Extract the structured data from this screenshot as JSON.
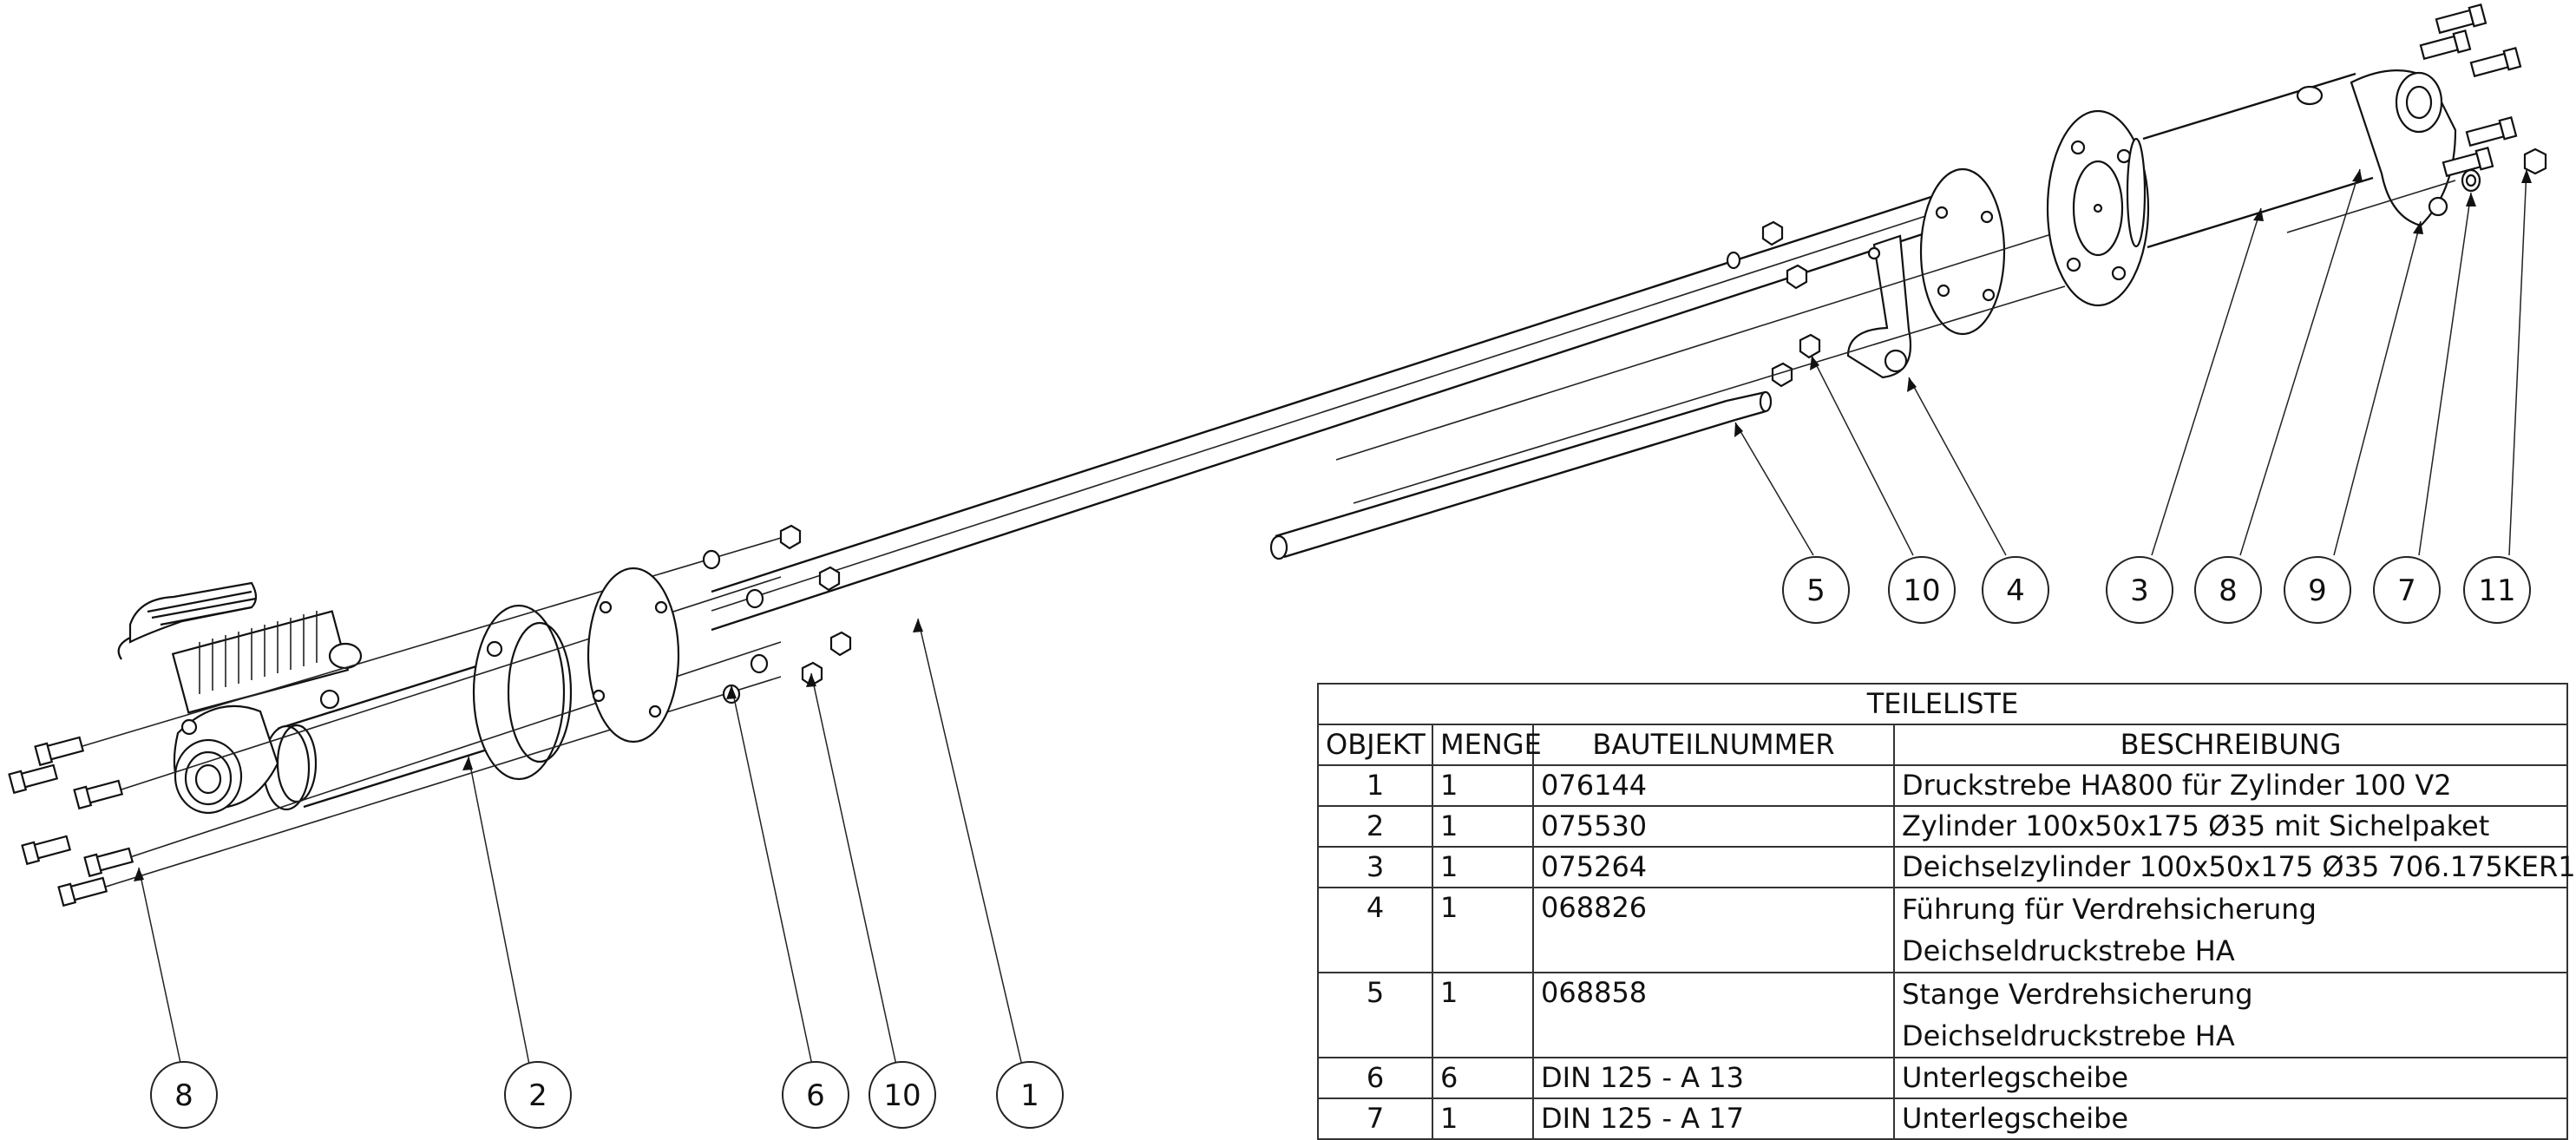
{
  "parts_list": {
    "title": "TEILELISTE",
    "columns": [
      "OBJEKT",
      "MENGE",
      "BAUTEILNUMMER",
      "BESCHREIBUNG"
    ],
    "rows": [
      {
        "objekt": "1",
        "menge": "1",
        "nummer": "076144",
        "beschreibung": [
          "Druckstrebe HA800 für Zylinder 100 V2"
        ]
      },
      {
        "objekt": "2",
        "menge": "1",
        "nummer": "075530",
        "beschreibung": [
          "Zylinder 100x50x175 Ø35 mit Sichelpaket"
        ]
      },
      {
        "objekt": "3",
        "menge": "1",
        "nummer": "075264",
        "beschreibung": [
          "Deichselzylinder 100x50x175 Ø35 706.175KER1"
        ]
      },
      {
        "objekt": "4",
        "menge": "1",
        "nummer": "068826",
        "beschreibung": [
          "Führung für Verdrehsicherung",
          "Deichseldruckstrebe HA"
        ]
      },
      {
        "objekt": "5",
        "menge": "1",
        "nummer": "068858",
        "beschreibung": [
          "Stange Verdrehsicherung",
          "Deichseldruckstrebe HA"
        ]
      },
      {
        "objekt": "6",
        "menge": "6",
        "nummer": "DIN 125 - A 13",
        "beschreibung": [
          "Unterlegscheibe"
        ]
      },
      {
        "objekt": "7",
        "menge": "1",
        "nummer": "DIN 125 - A 17",
        "beschreibung": [
          "Unterlegscheibe"
        ]
      }
    ]
  },
  "balloons": {
    "b8_left": "8",
    "b2": "2",
    "b6": "6",
    "b10_left": "10",
    "b1": "1",
    "b5": "5",
    "b10_right": "10",
    "b4": "4",
    "b3": "3",
    "b8_right": "8",
    "b9": "9",
    "b7": "7",
    "b11": "11"
  }
}
